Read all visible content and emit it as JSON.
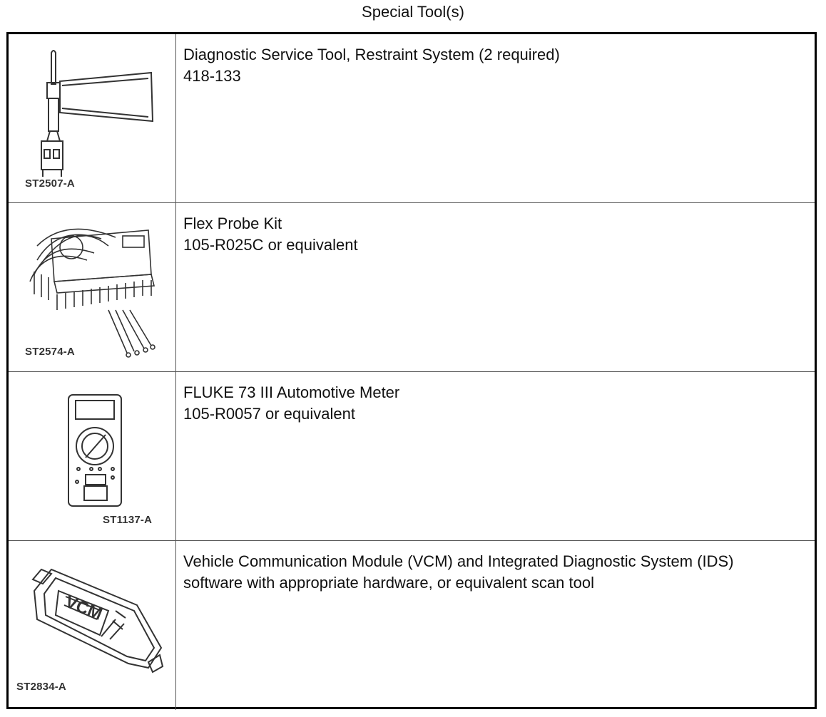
{
  "title": "Special Tool(s)",
  "tools": [
    {
      "illustration": "restraint-system-diagnostic-tool",
      "code": "ST2507-A",
      "name": "Diagnostic Service Tool, Restraint System (2 required)",
      "number": "418-133"
    },
    {
      "illustration": "flex-probe-kit",
      "code": "ST2574-A",
      "name": "Flex Probe Kit",
      "number": "105-R025C or equivalent"
    },
    {
      "illustration": "automotive-meter",
      "code": "ST1137-A",
      "name": "FLUKE 73 III Automotive Meter",
      "number": "105-R0057 or equivalent"
    },
    {
      "illustration": "vcm-scan-tool",
      "code": "ST2834-A",
      "name": "Vehicle Communication Module (VCM) and Integrated Diagnostic System (IDS)",
      "number": "software with appropriate hardware, or equivalent scan tool"
    }
  ]
}
